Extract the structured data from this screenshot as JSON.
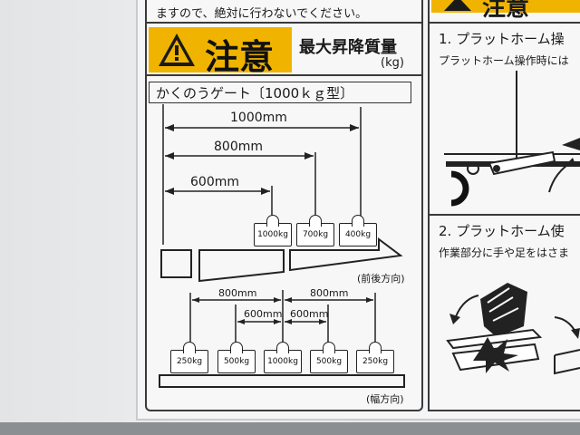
{
  "sticker": {
    "top_warning_text": "ますので、絶対に行わないでください。",
    "caution_label": "注意",
    "max_load_title": "最大昇降質量",
    "max_load_unit": "(kg)",
    "gate_type": "かくのうゲート〔1000ｋｇ型〕",
    "front_rear": {
      "dim_1000": "1000mm",
      "dim_800": "800mm",
      "dim_600": "600mm",
      "weights": [
        "1000kg",
        "700kg",
        "400kg"
      ],
      "direction_label": "(前後方向)"
    },
    "width": {
      "dim_left_800": "800mm",
      "dim_right_800": "800mm",
      "dim_left_600": "600mm",
      "dim_right_600": "600mm",
      "weights": [
        "250kg",
        "500kg",
        "1000kg",
        "500kg",
        "250kg"
      ],
      "direction_label": "(幅方向)"
    },
    "right_panel": {
      "caution_partial": "注意",
      "item1_title": "1. プラットホーム操",
      "item1_text": "プラットホーム操作時には",
      "item2_title": "2. プラットホーム使",
      "item2_text": "作業部分に手や足をはさま"
    }
  },
  "colors": {
    "caution_yellow": "#f0b400",
    "ink": "#1a1a1a"
  },
  "icons": [
    "warning-triangle-icon",
    "hand-crush-icon",
    "platform-hinge-icon"
  ]
}
